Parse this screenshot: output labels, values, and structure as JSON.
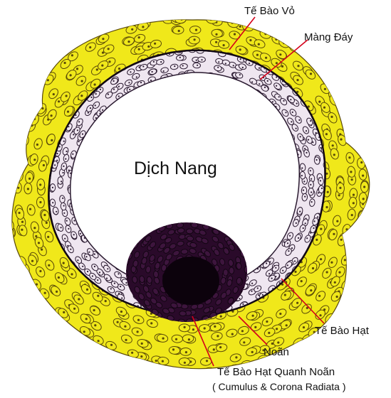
{
  "labels": {
    "theca": "Tế Bào Vỏ",
    "basement_membrane": "Màng Đáy",
    "antrum": "Dịch Nang",
    "granulosa": "Tế Bào Hạt",
    "oocyte": "Noãn",
    "cumulus": "Tế Bào Hạt Quanh Noãn",
    "cumulus_note": "( Cumulus & Corona Radiata )"
  },
  "colors": {
    "theca_fill": "#f0e81a",
    "theca_cell_edge": "#5a4a08",
    "granulosa_fill": "#efe6f0",
    "granulosa_cell_edge": "#2a1a30",
    "membrane": "#120812",
    "antrum_fill": "#ffffff",
    "oocyte_fill": "#2a0a2a",
    "oocyte_dark": "#0c020c",
    "leader_line": "#d4001a",
    "text": "#111111"
  }
}
